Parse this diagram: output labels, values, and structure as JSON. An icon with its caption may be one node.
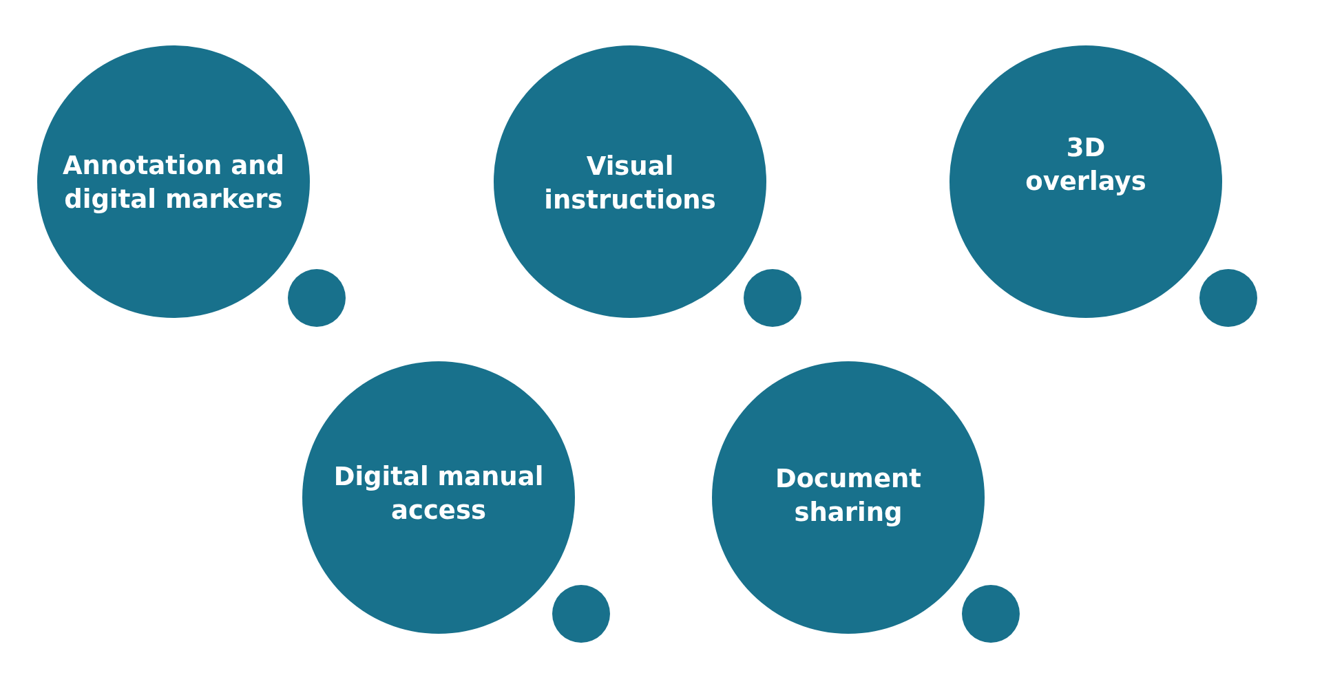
{
  "diagram": {
    "nodes": [
      {
        "text": [
          "Annotation and digital markers"
        ]
      },
      {
        "text": [],
        "shape": "circle"
      },
      {
        "text": [
          "Visual instructions"
        ]
      },
      {
        "text": [],
        "shape": "circle"
      },
      {
        "text": [
          "3D overlays"
        ]
      },
      {
        "text": [],
        "shape": "circle"
      },
      {
        "text": [
          "Digital manual access"
        ]
      },
      {
        "text": [],
        "shape": "circle"
      },
      {
        "text": [
          "Document sharing"
        ]
      },
      {
        "text": [],
        "shape": "circle"
      }
    ]
  }
}
